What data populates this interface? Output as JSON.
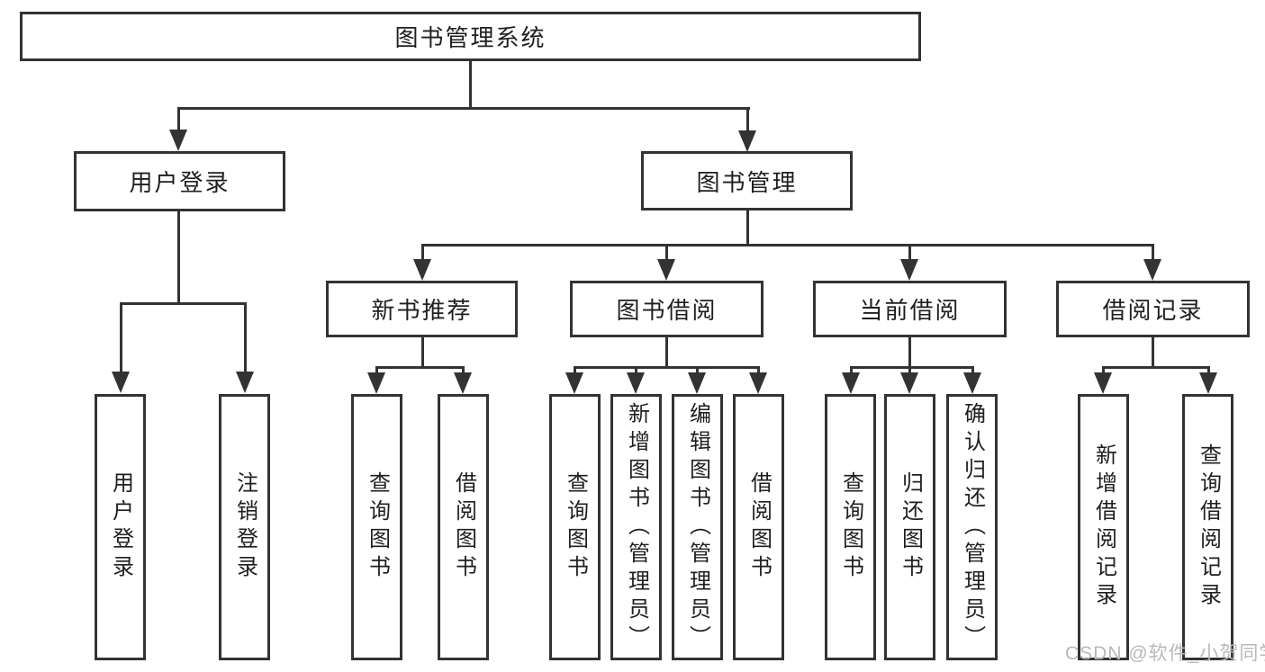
{
  "nodes": {
    "root": {
      "label": "图书管理系统"
    },
    "user_login": {
      "label": "用户登录"
    },
    "book_mgmt": {
      "label": "图书管理"
    },
    "new_book_rec": {
      "label": "新书推荐"
    },
    "book_borrow": {
      "label": "图书借阅"
    },
    "current_borrow": {
      "label": "当前借阅"
    },
    "borrow_record": {
      "label": "借阅记录"
    },
    "ul_login": {
      "label": "用户登录"
    },
    "ul_logout": {
      "label": "注销登录"
    },
    "nb_query": {
      "label": "查询图书"
    },
    "nb_borrow": {
      "label": "借阅图书"
    },
    "bb_query": {
      "label": "查询图书"
    },
    "bb_add": {
      "label": "新增图书（管理员）"
    },
    "bb_edit": {
      "label": "编辑图书（管理员）"
    },
    "bb_borrow": {
      "label": "借阅图书"
    },
    "cb_query": {
      "label": "查询图书"
    },
    "cb_return": {
      "label": "归还图书"
    },
    "cb_confirm": {
      "label": "确认归还（管理员）"
    },
    "br_add": {
      "label": "新增借阅记录"
    },
    "br_query": {
      "label": "查询借阅记录"
    }
  },
  "watermark": "CSDN @软件_小贺同学",
  "colors": {
    "line": "#333333",
    "text": "#1f1f1f",
    "watermark": "#b9b9b9",
    "background": "#ffffff"
  }
}
